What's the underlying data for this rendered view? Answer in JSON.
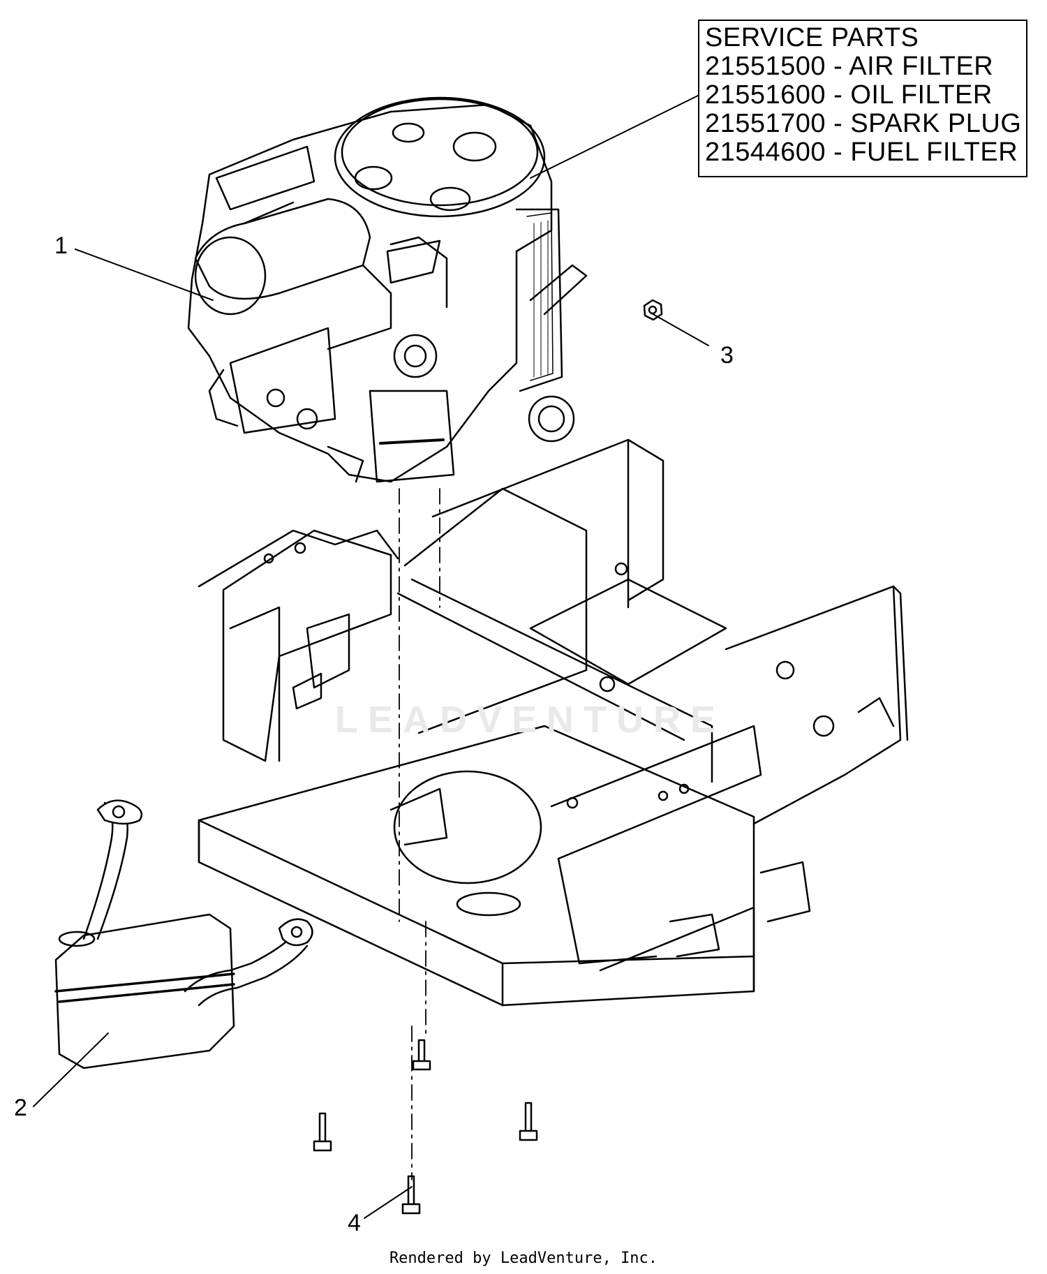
{
  "service_parts": {
    "heading": "SERVICE PARTS",
    "items": [
      "21551500 - AIR FILTER",
      "21551600 - OIL FILTER",
      "21551700 - SPARK PLUG",
      "21544600 - FUEL FILTER"
    ]
  },
  "callouts": [
    "1",
    "2",
    "3",
    "4"
  ],
  "watermark": "LEADVENTURE",
  "footer": "Rendered by LeadVenture, Inc."
}
